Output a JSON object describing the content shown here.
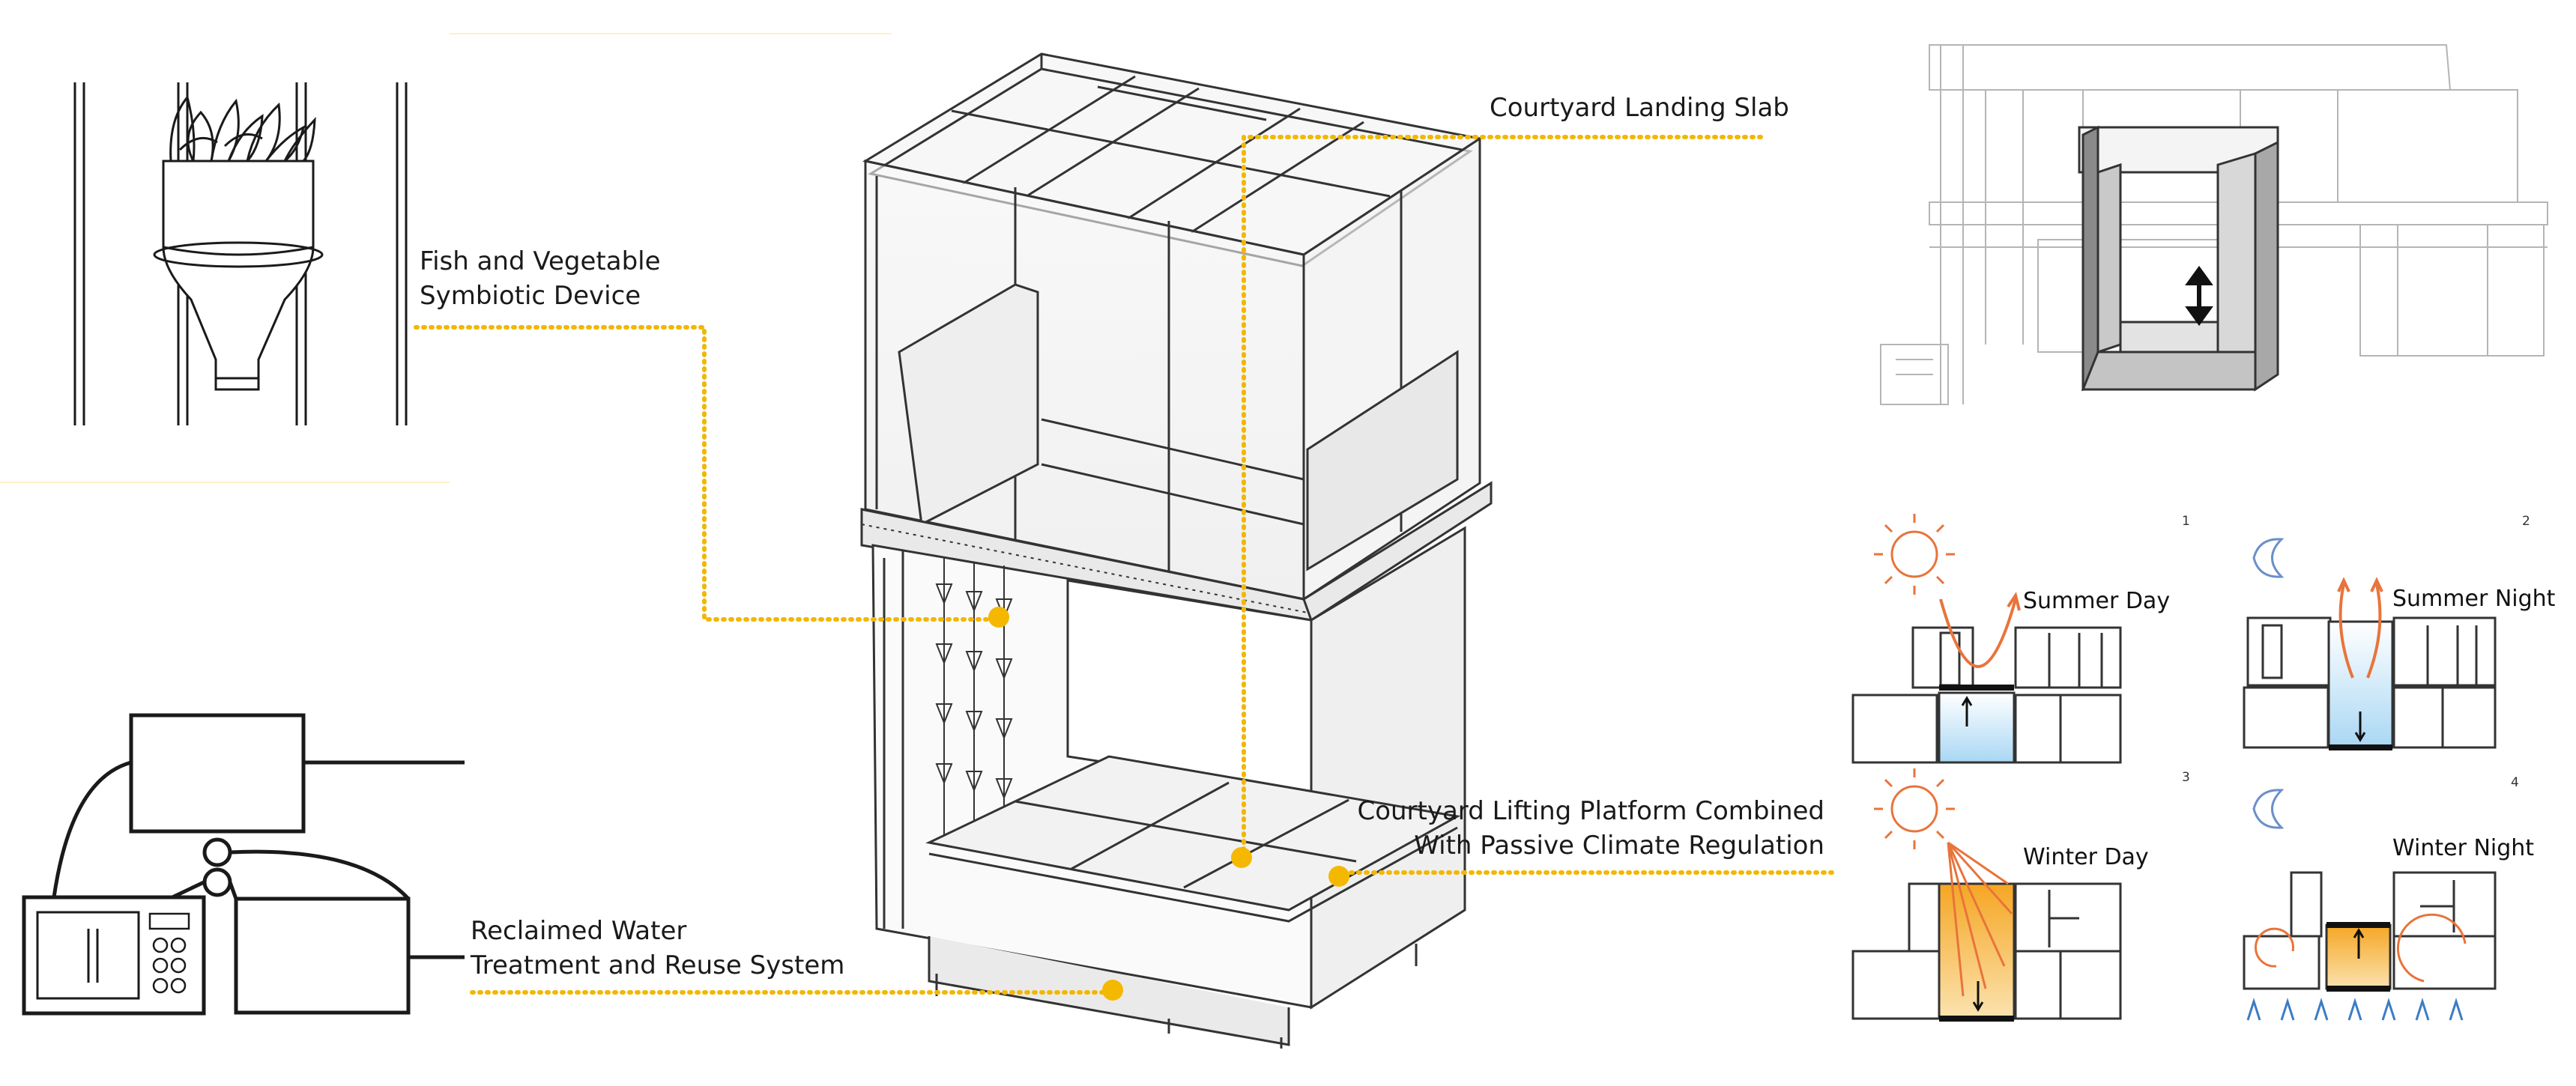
{
  "colors": {
    "leader": "#f2b705",
    "leader_dot": "#f5b800",
    "line": "#1a1a1a",
    "sun": "#e8743b",
    "moon": "#6b8fc9",
    "water_blue": "#bfe1f7",
    "warm_fill": "#f7c15c",
    "wind": "#3b7dc4"
  },
  "labels": {
    "fish_device": [
      "Fish and Vegetable",
      "Symbiotic Device"
    ],
    "landing_slab": "Courtyard Landing Slab",
    "lifting_platform": [
      "Courtyard Lifting Platform Combined",
      "With Passive Climate Regulation"
    ],
    "reclaimed_water": [
      "Reclaimed Water",
      "Treatment and Reuse System"
    ]
  },
  "climate_panels": [
    {
      "number": "1",
      "title": "Summer Day",
      "icon": "sun-icon"
    },
    {
      "number": "2",
      "title": "Summer Night",
      "icon": "moon-icon"
    },
    {
      "number": "3",
      "title": "Winter Day",
      "icon": "sun-icon"
    },
    {
      "number": "4",
      "title": "Winter Night",
      "icon": "moon-icon"
    }
  ],
  "icons": {
    "lift_arrow": "double-arrow-icon"
  }
}
